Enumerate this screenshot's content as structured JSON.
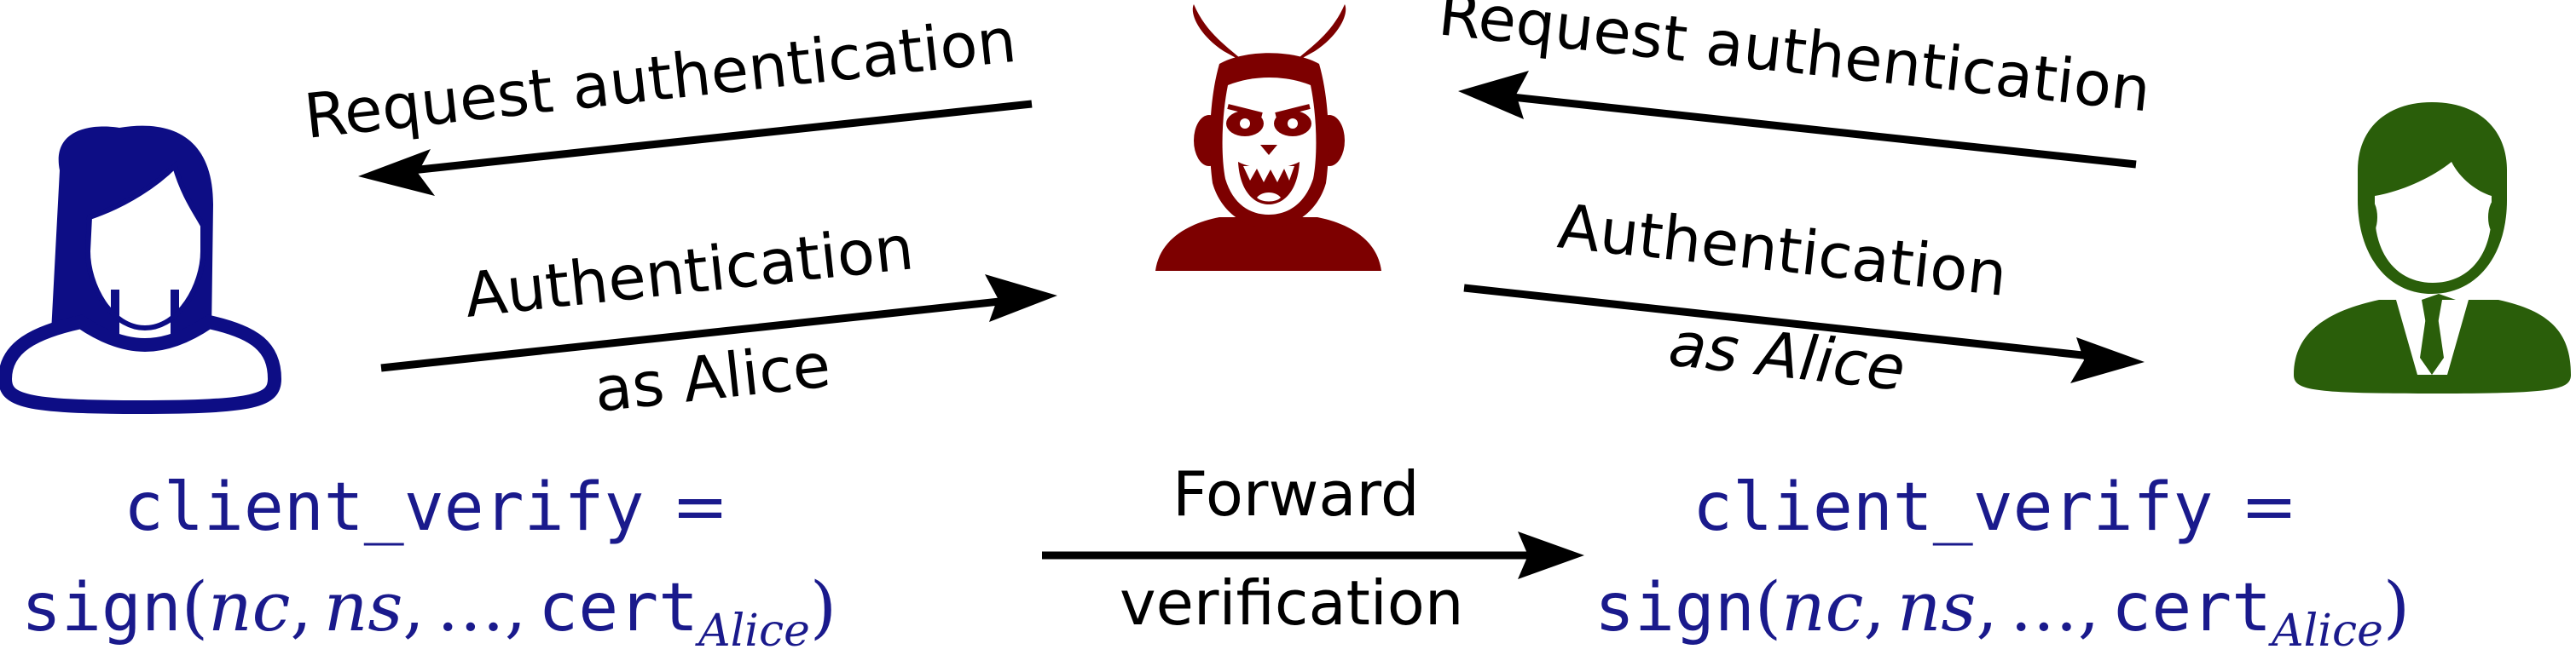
{
  "arrows": {
    "request_left": "Request authentication",
    "request_right": "Request authentication",
    "auth_left_line1": "Authentication",
    "auth_left_line2": "as Alice",
    "auth_right_line1": "Authentication",
    "auth_right_line2": "as Alice",
    "forward_line1": "Forward",
    "forward_line2": "verification"
  },
  "formula_left": {
    "lhs": "client_verify",
    "eq": "=",
    "fn": "sign",
    "open": "(",
    "a1": "nc",
    "c1": ",",
    "a2": "ns",
    "c2": ",",
    "dots": "…",
    "c3": ",",
    "cert": "cert",
    "sub": "Alice",
    "close": ")"
  },
  "formula_right": {
    "lhs": "client_verify",
    "eq": "=",
    "fn": "sign",
    "open": "(",
    "a1": "nc",
    "c1": ",",
    "a2": "ns",
    "c2": ",",
    "dots": "…",
    "c3": ",",
    "cert": "cert",
    "sub": "Alice",
    "close": ")"
  },
  "colors": {
    "alice": "#0d0d85",
    "attacker": "#7d0000",
    "server": "#2a5e0a",
    "formula": "#1a1a8c",
    "arrow": "#000000"
  },
  "icons": {
    "left": "alice-person-icon",
    "center": "devil-attacker-icon",
    "right": "server-person-icon"
  }
}
